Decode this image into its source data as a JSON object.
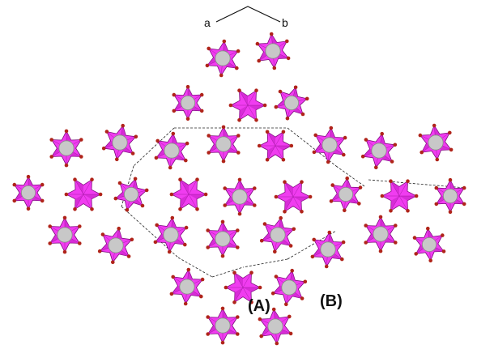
{
  "axes": {
    "a_label": "a",
    "b_label": "b"
  },
  "site_labels": {
    "A": "(A)",
    "B": "(B)"
  },
  "colors": {
    "polyhedron_fill": "#f03cf0",
    "polyhedron_shade": "#c21fc2",
    "polyhedron_edge": "#7a0a7a",
    "atom_fill": "#c8c8c8",
    "atom_edge": "#8a8a8a",
    "oxygen": "#b0241a",
    "cell_line": "#222222"
  }
}
